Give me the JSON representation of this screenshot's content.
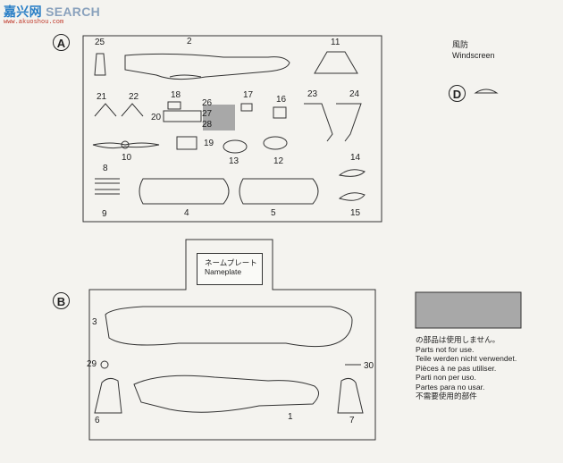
{
  "watermark": {
    "chinese": "嘉兴网",
    "english": "SEARCH",
    "url": "www.akuoshou.com"
  },
  "sprues": {
    "a": {
      "letter": "A"
    },
    "b": {
      "letter": "B"
    },
    "d": {
      "letter": "D",
      "title_jp": "風防",
      "title_en": "Windscreen"
    }
  },
  "part_numbers": {
    "p1": "1",
    "p2": "2",
    "p3": "3",
    "p4": "4",
    "p5": "5",
    "p6": "6",
    "p7": "7",
    "p8": "8",
    "p9": "9",
    "p10": "10",
    "p11": "11",
    "p12": "12",
    "p13": "13",
    "p14": "14",
    "p15": "15",
    "p16": "16",
    "p17": "17",
    "p18": "18",
    "p19": "19",
    "p20": "20",
    "p21": "21",
    "p22": "22",
    "p23": "23",
    "p24": "24",
    "p25": "25",
    "p26": "26",
    "p27": "27",
    "p28": "28",
    "p29": "29",
    "p30": "30"
  },
  "nameplate": {
    "jp": "ネームプレート",
    "en": "Nameplate"
  },
  "legend": {
    "swatch_color": "#a8a8a8",
    "lines": [
      "の部品は使用しません。",
      "Parts not for use.",
      "Teile werden nicht verwendet.",
      "Pièces à ne pas utiliser.",
      "Parti non per uso.",
      "Partes para no usar.",
      "不需要使用的部件"
    ]
  }
}
